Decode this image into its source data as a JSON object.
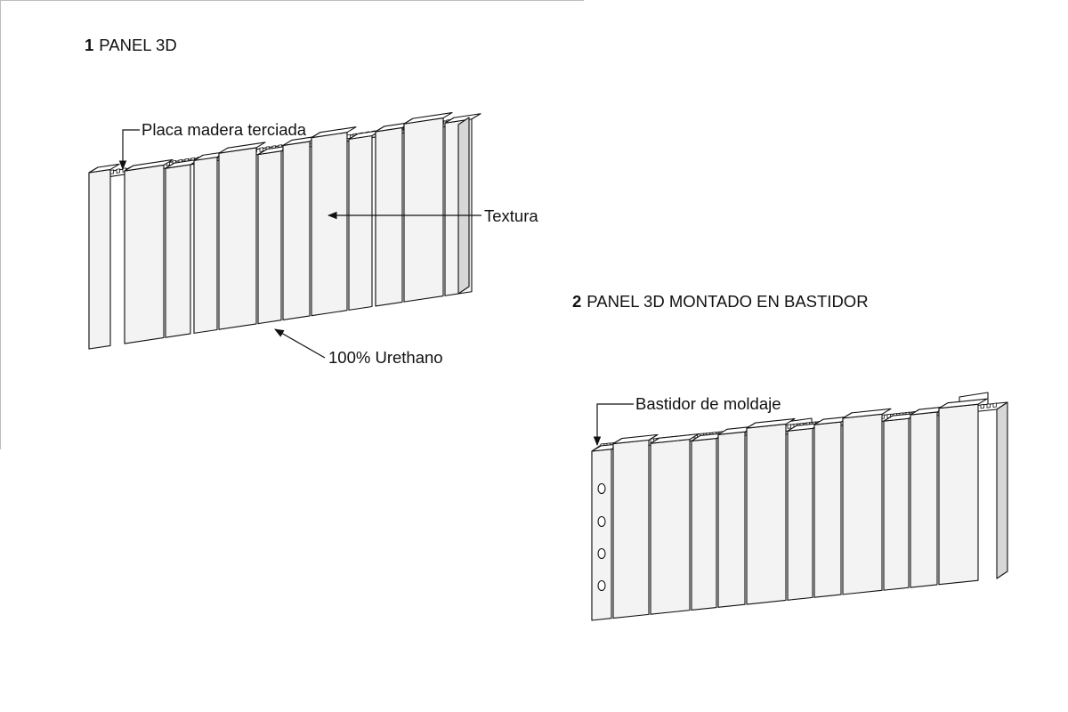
{
  "figure1": {
    "number": "1",
    "title": "PANEL 3D",
    "labels": {
      "plywood": "Placa madera terciada",
      "texture": "Textura",
      "urethane": "100% Urethano"
    }
  },
  "figure2": {
    "number": "2",
    "title": "PANEL 3D MONTADO EN BASTIDOR",
    "labels": {
      "frame": "Bastidor de moldaje"
    }
  },
  "colors": {
    "line": "#111111",
    "face_light": "#f3f3f3",
    "face_shade": "#d7d7d7",
    "top": "#ffffff",
    "corner_rule": "#bdbdbd"
  }
}
